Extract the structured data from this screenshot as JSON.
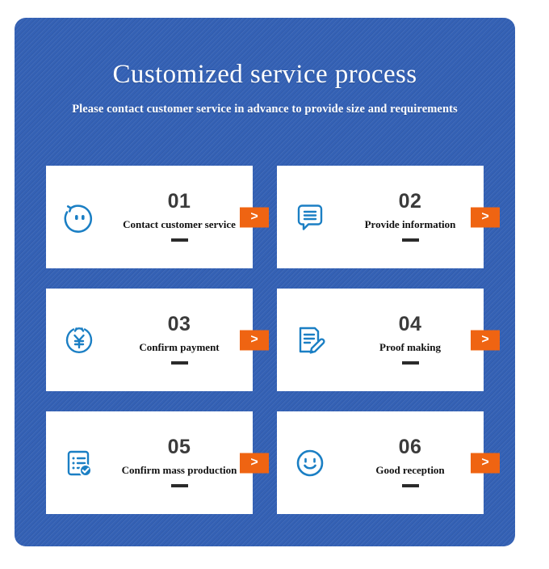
{
  "header": {
    "title": "Customized service process",
    "subtitle": "Please contact customer service in advance to provide size and requirements"
  },
  "colors": {
    "panel_blue": "#3461b5",
    "card_white": "#ffffff",
    "accent_orange": "#ef6412",
    "icon_blue": "#1b7fc4",
    "number_gray": "#3b3b3b"
  },
  "arrow_label": ">",
  "steps": [
    {
      "number": "01",
      "label": "Contact customer service",
      "icon": "customer-service-face-icon",
      "arrow": ">"
    },
    {
      "number": "02",
      "label": "Provide information",
      "icon": "speech-bubble-lines-icon",
      "arrow": ">"
    },
    {
      "number": "03",
      "label": "Confirm payment",
      "icon": "yen-coin-icon",
      "arrow": ">"
    },
    {
      "number": "04",
      "label": "Proof making",
      "icon": "document-pencil-icon",
      "arrow": ">"
    },
    {
      "number": "05",
      "label": "Confirm mass production",
      "icon": "checklist-check-icon",
      "arrow": ">"
    },
    {
      "number": "06",
      "label": "Good reception",
      "icon": "smiley-face-icon",
      "arrow": ">"
    }
  ]
}
